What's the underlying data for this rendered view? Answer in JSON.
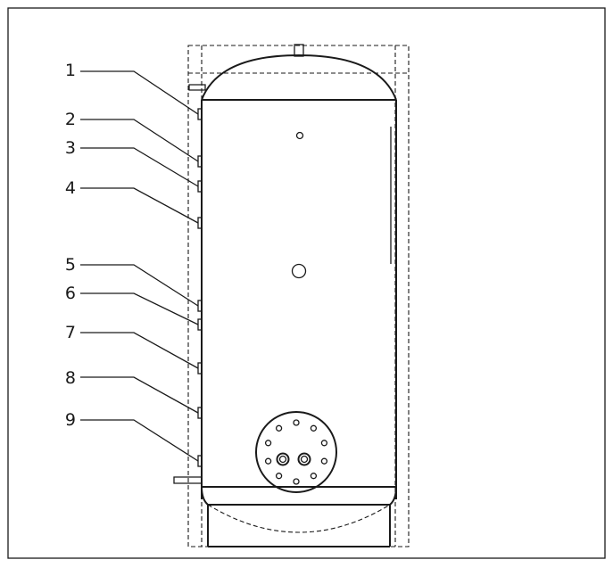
{
  "diagram": {
    "callout_labels": [
      "1",
      "2",
      "3",
      "4",
      "5",
      "6",
      "7",
      "8",
      "9"
    ],
    "colors": {
      "line": "#1a1a1a",
      "background": "#ffffff"
    }
  }
}
